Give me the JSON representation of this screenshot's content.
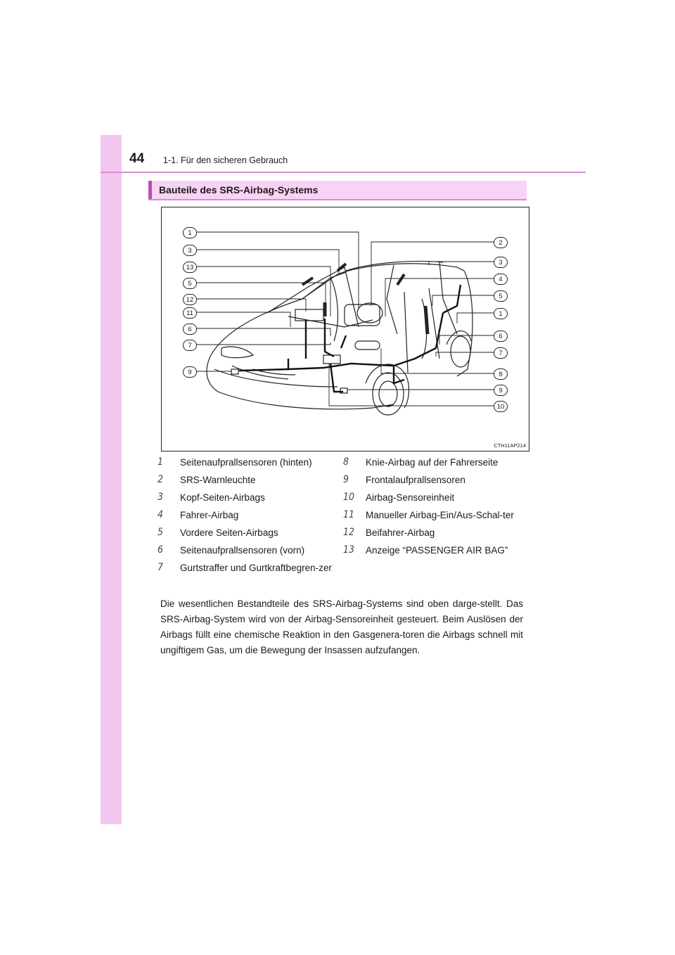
{
  "header": {
    "page_number": "44",
    "section": "1-1. Für den sicheren Gebrauch"
  },
  "title": "Bauteile des SRS-Airbag-Systems",
  "figure": {
    "code": "CTH11AP214",
    "callouts_left": [
      "1",
      "3",
      "13",
      "5",
      "12",
      "11",
      "6",
      "7",
      "9"
    ],
    "callouts_right": [
      "2",
      "3",
      "4",
      "5",
      "1",
      "6",
      "7",
      "8",
      "9",
      "10"
    ]
  },
  "legend": {
    "left": [
      {
        "num": "1",
        "text": "Seitenaufprallsensoren (hinten)"
      },
      {
        "num": "2",
        "text": "SRS-Warnleuchte"
      },
      {
        "num": "3",
        "text": "Kopf-Seiten-Airbags"
      },
      {
        "num": "4",
        "text": "Fahrer-Airbag"
      },
      {
        "num": "5",
        "text": "Vordere Seiten-Airbags"
      },
      {
        "num": "6",
        "text": "Seitenaufprallsensoren (vorn)"
      },
      {
        "num": "7",
        "text": "Gurtstraffer und Gurtkraftbegren-zer"
      }
    ],
    "right": [
      {
        "num": "8",
        "text": "Knie-Airbag auf der Fahrerseite"
      },
      {
        "num": "9",
        "text": "Frontalaufprallsensoren"
      },
      {
        "num": "10",
        "text": "Airbag-Sensoreinheit"
      },
      {
        "num": "11",
        "text": "Manueller Airbag-Ein/Aus-Schal-ter"
      },
      {
        "num": "12",
        "text": "Beifahrer-Airbag"
      },
      {
        "num": "13",
        "text": "Anzeige “PASSENGER AIR BAG”"
      }
    ]
  },
  "body": "Die wesentlichen Bestandteile des SRS-Airbag-Systems sind oben darge-stellt. Das SRS-Airbag-System wird von der Airbag-Sensoreinheit gesteuert. Beim Auslösen der Airbags füllt eine chemische Reaktion in den Gasgenera-toren die Airbags schnell mit ungiftigem Gas, um die Bewegung der Insassen aufzufangen."
}
